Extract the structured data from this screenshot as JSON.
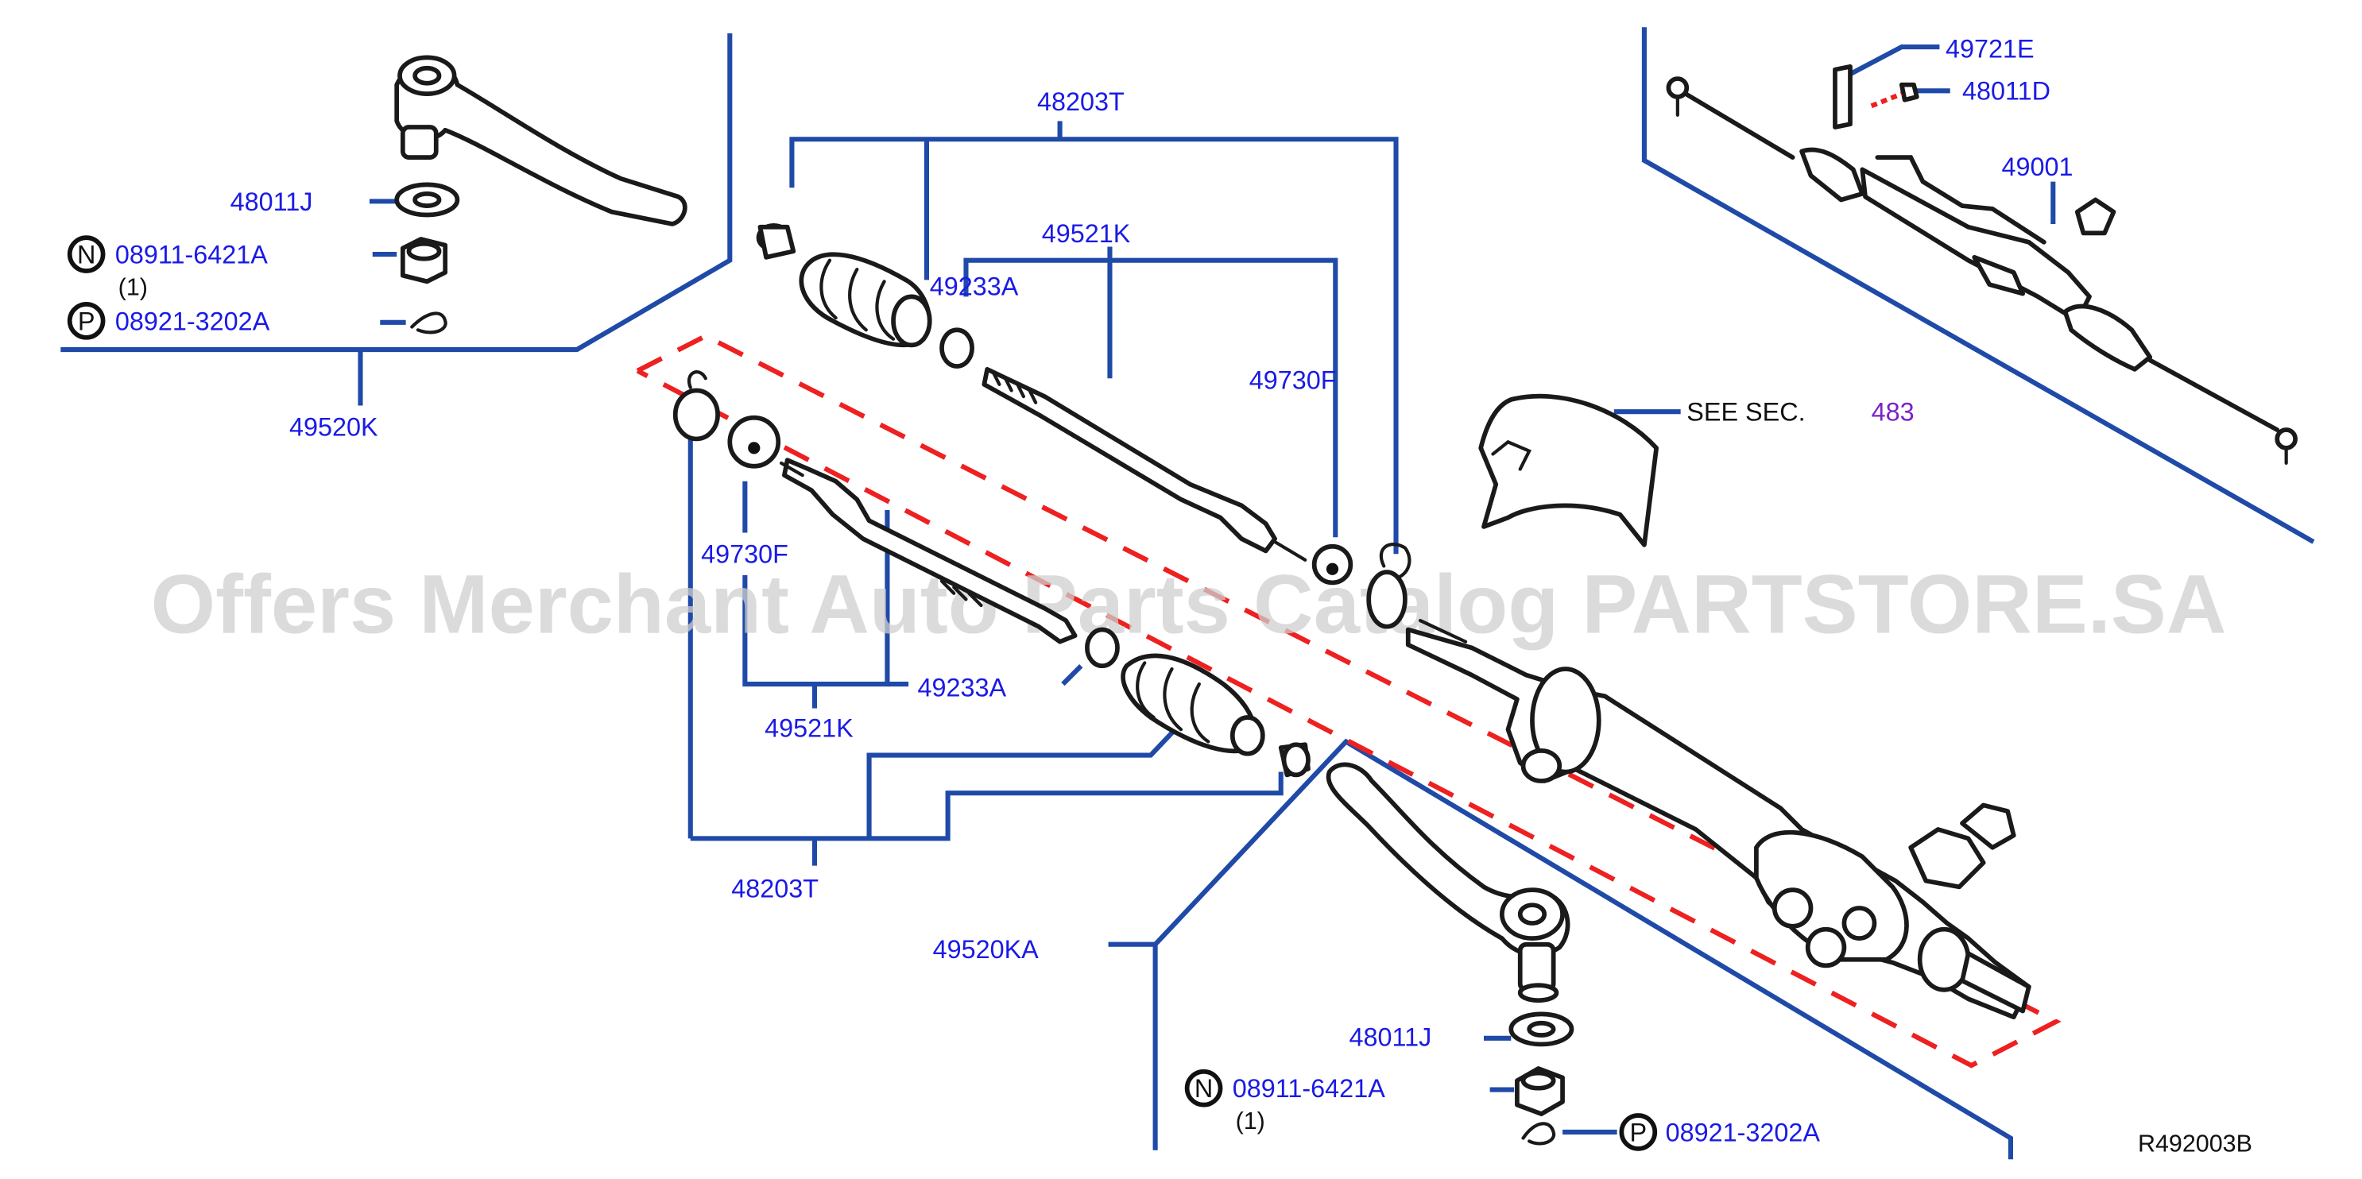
{
  "diagram": {
    "watermark": "Offers Merchant Auto Parts Catalog PARTSTORE.SA",
    "reference": "R492003B",
    "see_section": {
      "prefix": "SEE  SEC.",
      "number": "483"
    },
    "labels": {
      "p48203T_top": "48203T",
      "p48203T_bottom": "48203T",
      "p49521K_top": "49521K",
      "p49521K_bottom": "49521K",
      "p49233A_top": "49233A",
      "p49233A_bottom": "49233A",
      "p49730F_right": "49730F",
      "p49730F_left": "49730F",
      "p48011J_top": "48011J",
      "p48011J_bottom": "48011J",
      "p49520K": "49520K",
      "p49520KA": "49520KA",
      "p49721E": "49721E",
      "p48011D": "48011D",
      "p49001": "49001",
      "nut_top": "08911-6421A",
      "nut_bottom": "08911-6421A",
      "pin_top": "08921-3202A",
      "pin_bottom": "08921-3202A",
      "qty_top": "(1)",
      "qty_bottom": "(1)",
      "badge_n_top": "N",
      "badge_n_bottom": "N",
      "badge_p_top": "P",
      "badge_p_bottom": "P"
    }
  }
}
